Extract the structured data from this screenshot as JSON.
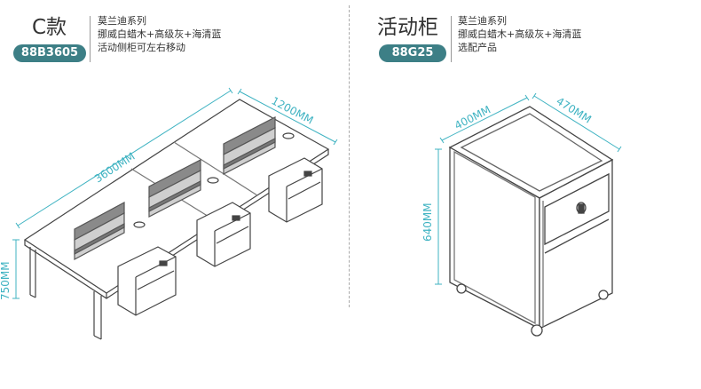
{
  "left": {
    "title": "C款",
    "code": "88B3605",
    "desc": [
      "莫兰迪系列",
      "挪威白蜡木+高级灰+海清蓝",
      "活动侧柜可左右移动"
    ],
    "dims": {
      "length": "3600MM",
      "depth": "1200MM",
      "height": "750MM"
    }
  },
  "right": {
    "title": "活动柜",
    "code": "88G25",
    "desc": [
      "莫兰迪系列",
      "挪威白蜡木+高级灰+海清蓝",
      "选配产品"
    ],
    "dims": {
      "depth": "400MM",
      "width": "470MM",
      "height": "640MM"
    }
  },
  "colors": {
    "badge": "#3d7f86",
    "dimension": "#3fb3c2",
    "line": "#444444",
    "panel": "#666666"
  }
}
